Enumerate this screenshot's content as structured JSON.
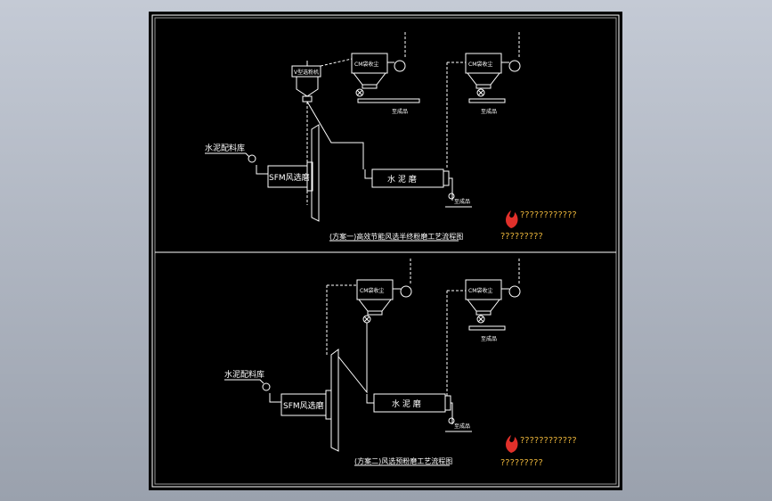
{
  "diagram_1": {
    "caption": "(方案一)高效节能风选半终粉磨工艺流程图",
    "cement_ingredient_silo": "水泥配料库",
    "separator": "SFM风选磨",
    "cement_mill": "水 泥 磨",
    "to_silo_top_left": "至成品",
    "to_silo_top_right": "至成品",
    "to_silo_bottom": "至成品",
    "collector_left": "CM袋收尘",
    "collector_right": "CM袋收尘",
    "roller_press": "V型选粉机"
  },
  "diagram_2": {
    "caption": "(方案二)风选预粉磨工艺流程图",
    "cement_ingredient_silo": "水泥配料库",
    "separator": "SFM风选磨",
    "cement_mill": "水 泥 磨",
    "to_silo_right": "至成品",
    "to_silo_bottom": "至成品",
    "collector_left": "CM袋收尘",
    "collector_right": "CM袋收尘"
  },
  "watermark_1": "????????????",
  "watermark_1b": "?????????",
  "watermark_2": "????????????",
  "watermark_2b": "?????????",
  "colors": {
    "background": "#000000",
    "lines": "#ffffff",
    "watermark": "#e9b43a"
  }
}
